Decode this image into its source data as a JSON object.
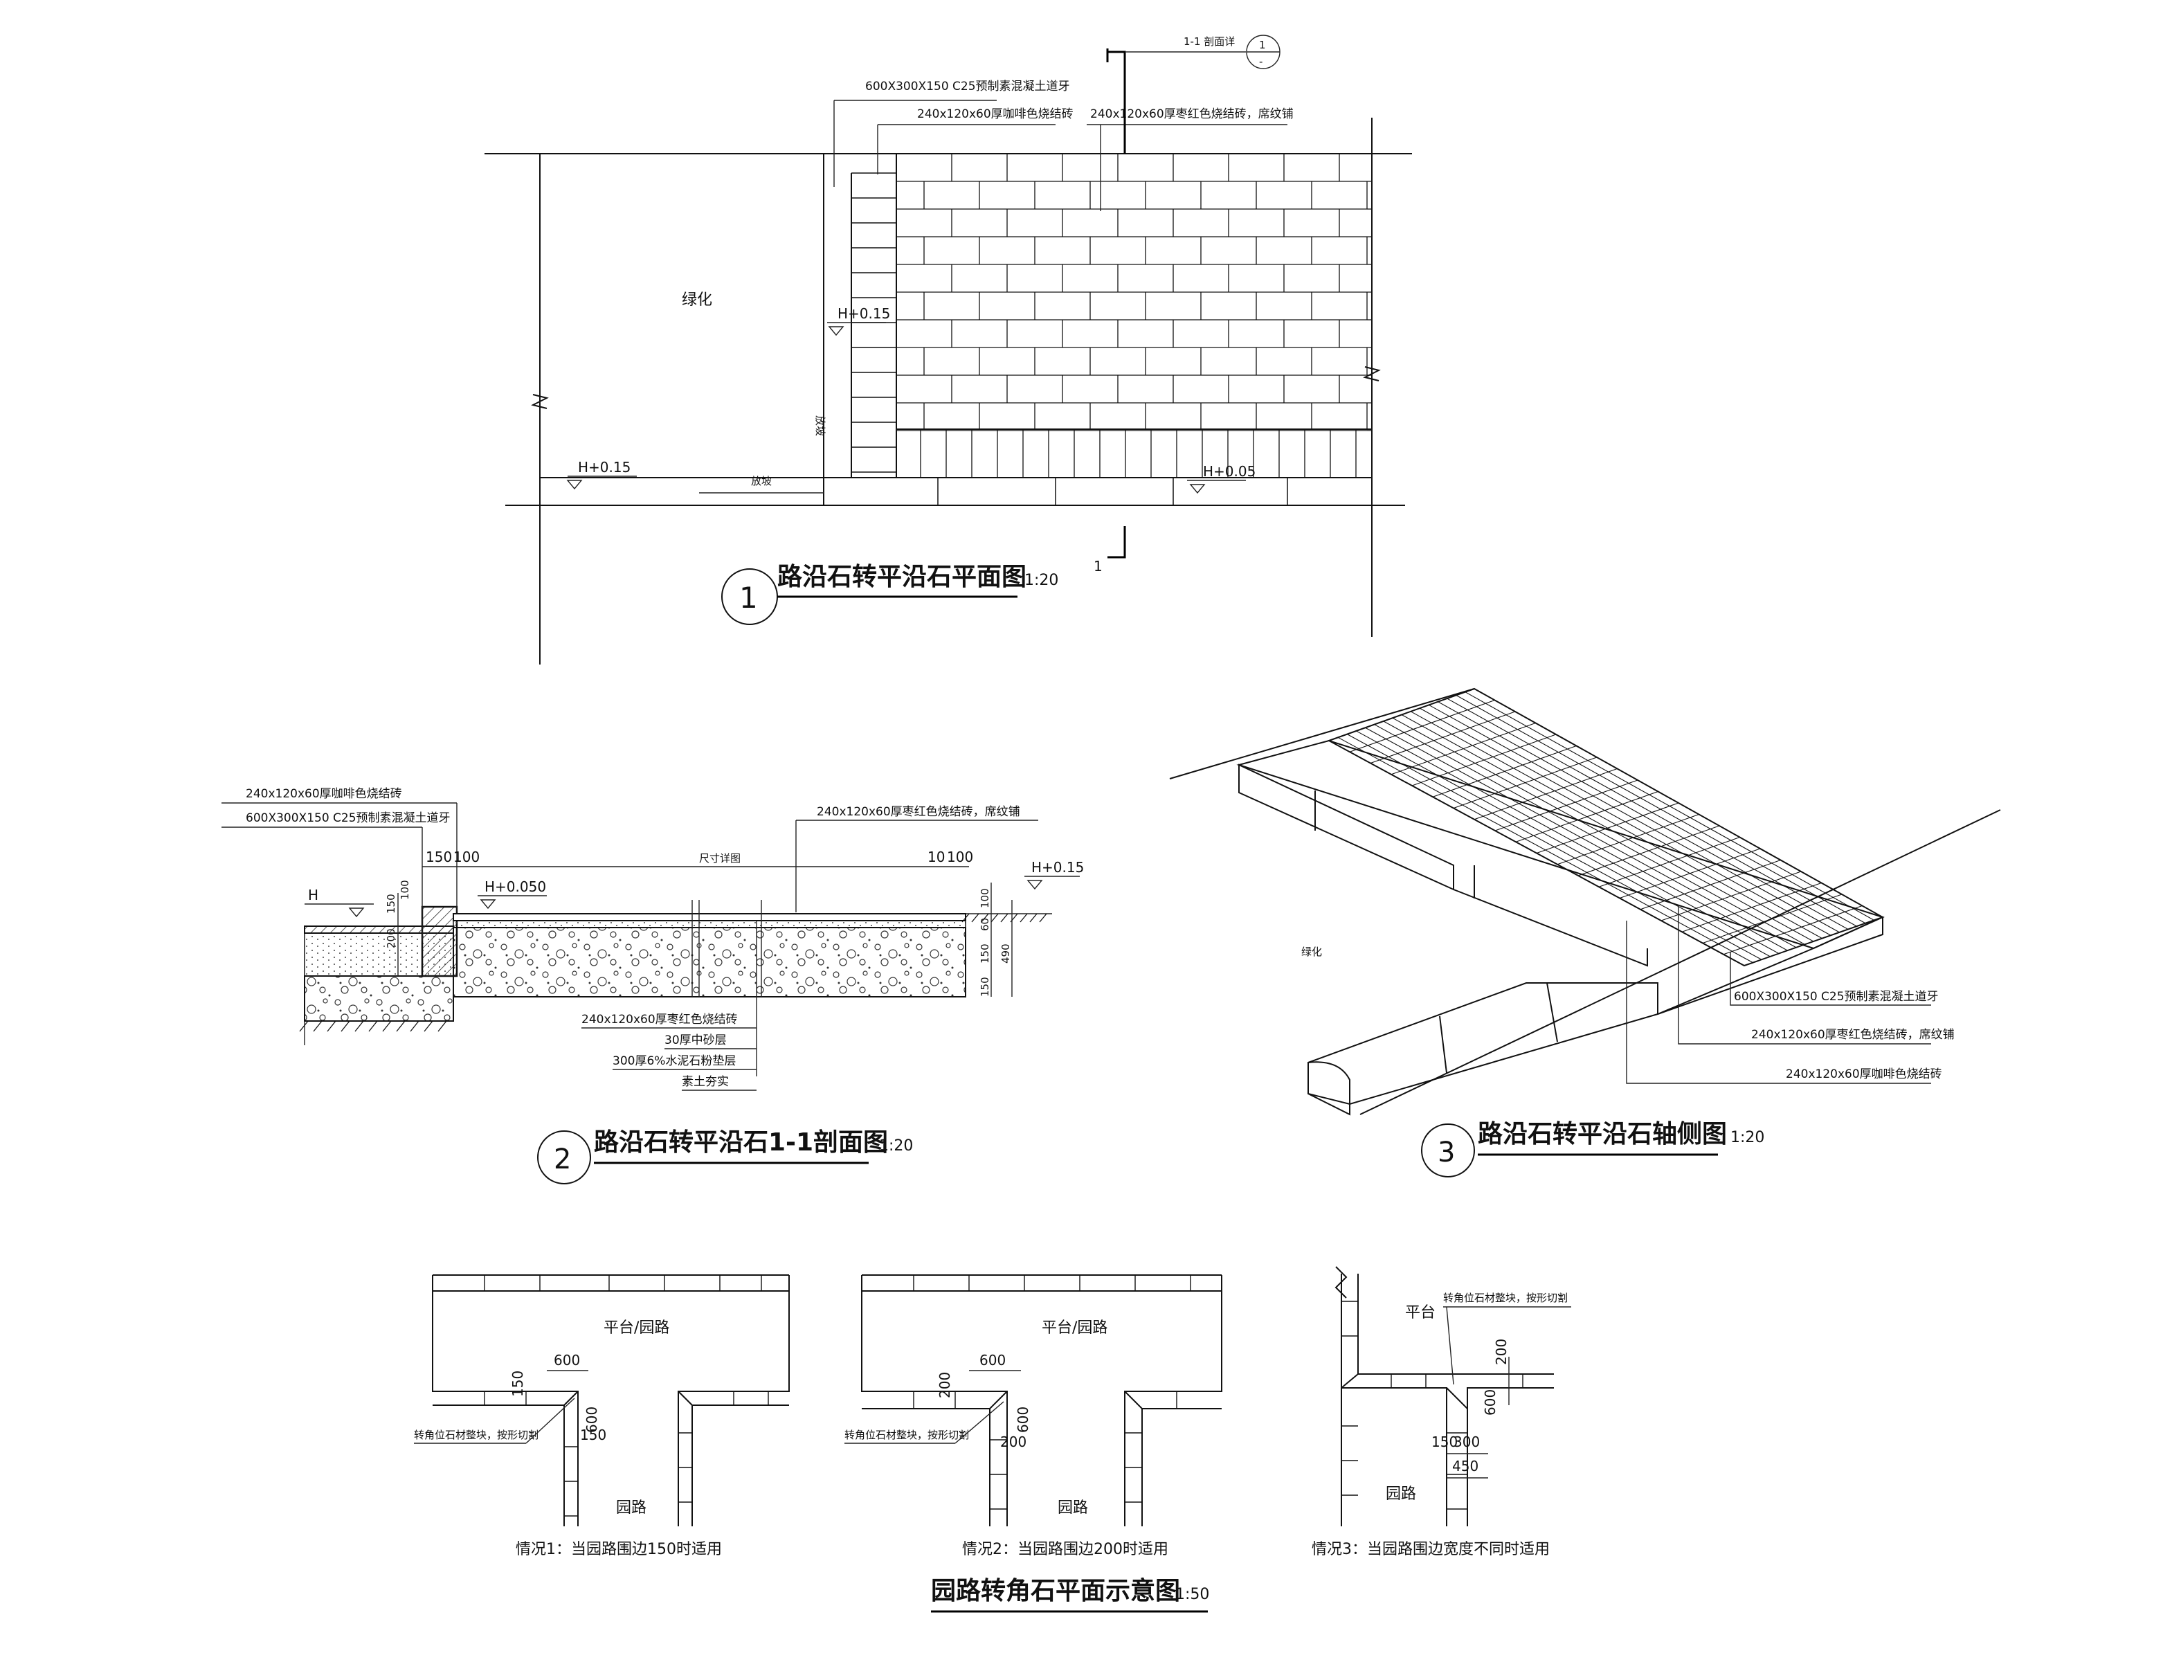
{
  "plan": {
    "title": "路沿石转平沿石平面图",
    "scale": "1:20",
    "num": "1",
    "callout_title": "1-1 剖面详",
    "callout_num": "1",
    "section_mark": "1",
    "note_curb": "600X300X150 C25预制素混凝土道牙",
    "note_coffee_brick": "240x120x60厚咖啡色烧结砖",
    "note_red_brick": "240x120x60厚枣红色烧结砖，席纹铺",
    "green_label": "绿化",
    "lbl_slope_v": "放坡",
    "lbl_slope_h": "放坡",
    "elev_left": "H+0.15",
    "elev_mid": "H+0.15",
    "elev_right": "H+0.05"
  },
  "section": {
    "title": "路沿石转平沿石1-1剖面图",
    "scale": "1:20",
    "num": "2",
    "note_coffee_brick": "240x120x60厚咖啡色烧结砖",
    "note_curb": "600X300X150 C25预制素混凝土道牙",
    "note_red_brick": "240x120x60厚枣红色烧结砖，席纹铺",
    "dim_150": "150",
    "dim_100a": "100",
    "dim_span": "尺寸详图",
    "dim_10": "10",
    "dim_100b": "100",
    "elev_h": "H",
    "elev_mid": "H+0.050",
    "elev_right": "H+0.15",
    "v_dims_left": [
      "200",
      "150",
      "100"
    ],
    "v_dims_right": [
      "100",
      "60",
      "150",
      "150",
      "490"
    ],
    "layers": [
      "240x120x60厚枣红色烧结砖",
      "30厚中砂层",
      "300厚6%水泥石粉垫层",
      "素土夯实"
    ]
  },
  "axon": {
    "title": "路沿石转平沿石轴侧图",
    "scale": "1:20",
    "num": "3",
    "green_label": "绿化",
    "note_curb": "600X300X150 C25预制素混凝土道牙",
    "note_red_brick": "240x120x60厚枣红色烧结砖，席纹铺",
    "note_coffee_brick": "240x120x60厚咖啡色烧结砖"
  },
  "corner": {
    "title": "园路转角石平面示意图",
    "scale": "1:50",
    "c1": {
      "label_top": "平台/园路",
      "label_bottom": "园路",
      "note": "转角位石材整块，按形切割",
      "caption": "情况1：当园路围边150时适用",
      "d1": "600",
      "d2": "150",
      "d3": "600",
      "d4": "150"
    },
    "c2": {
      "label_top": "平台/园路",
      "label_bottom": "园路",
      "note": "转角位石材整块，按形切割",
      "caption": "情况2：当园路围边200时适用",
      "d1": "600",
      "d2": "200",
      "d3": "600",
      "d4": "200"
    },
    "c3": {
      "label_top": "平台",
      "label_bottom": "园路",
      "note": "转角位石材整块，按形切割",
      "caption": "情况3：当园路围边宽度不同时适用",
      "d1": "200",
      "d2": "600",
      "d3": "150",
      "d4": "300",
      "d5": "450"
    }
  }
}
